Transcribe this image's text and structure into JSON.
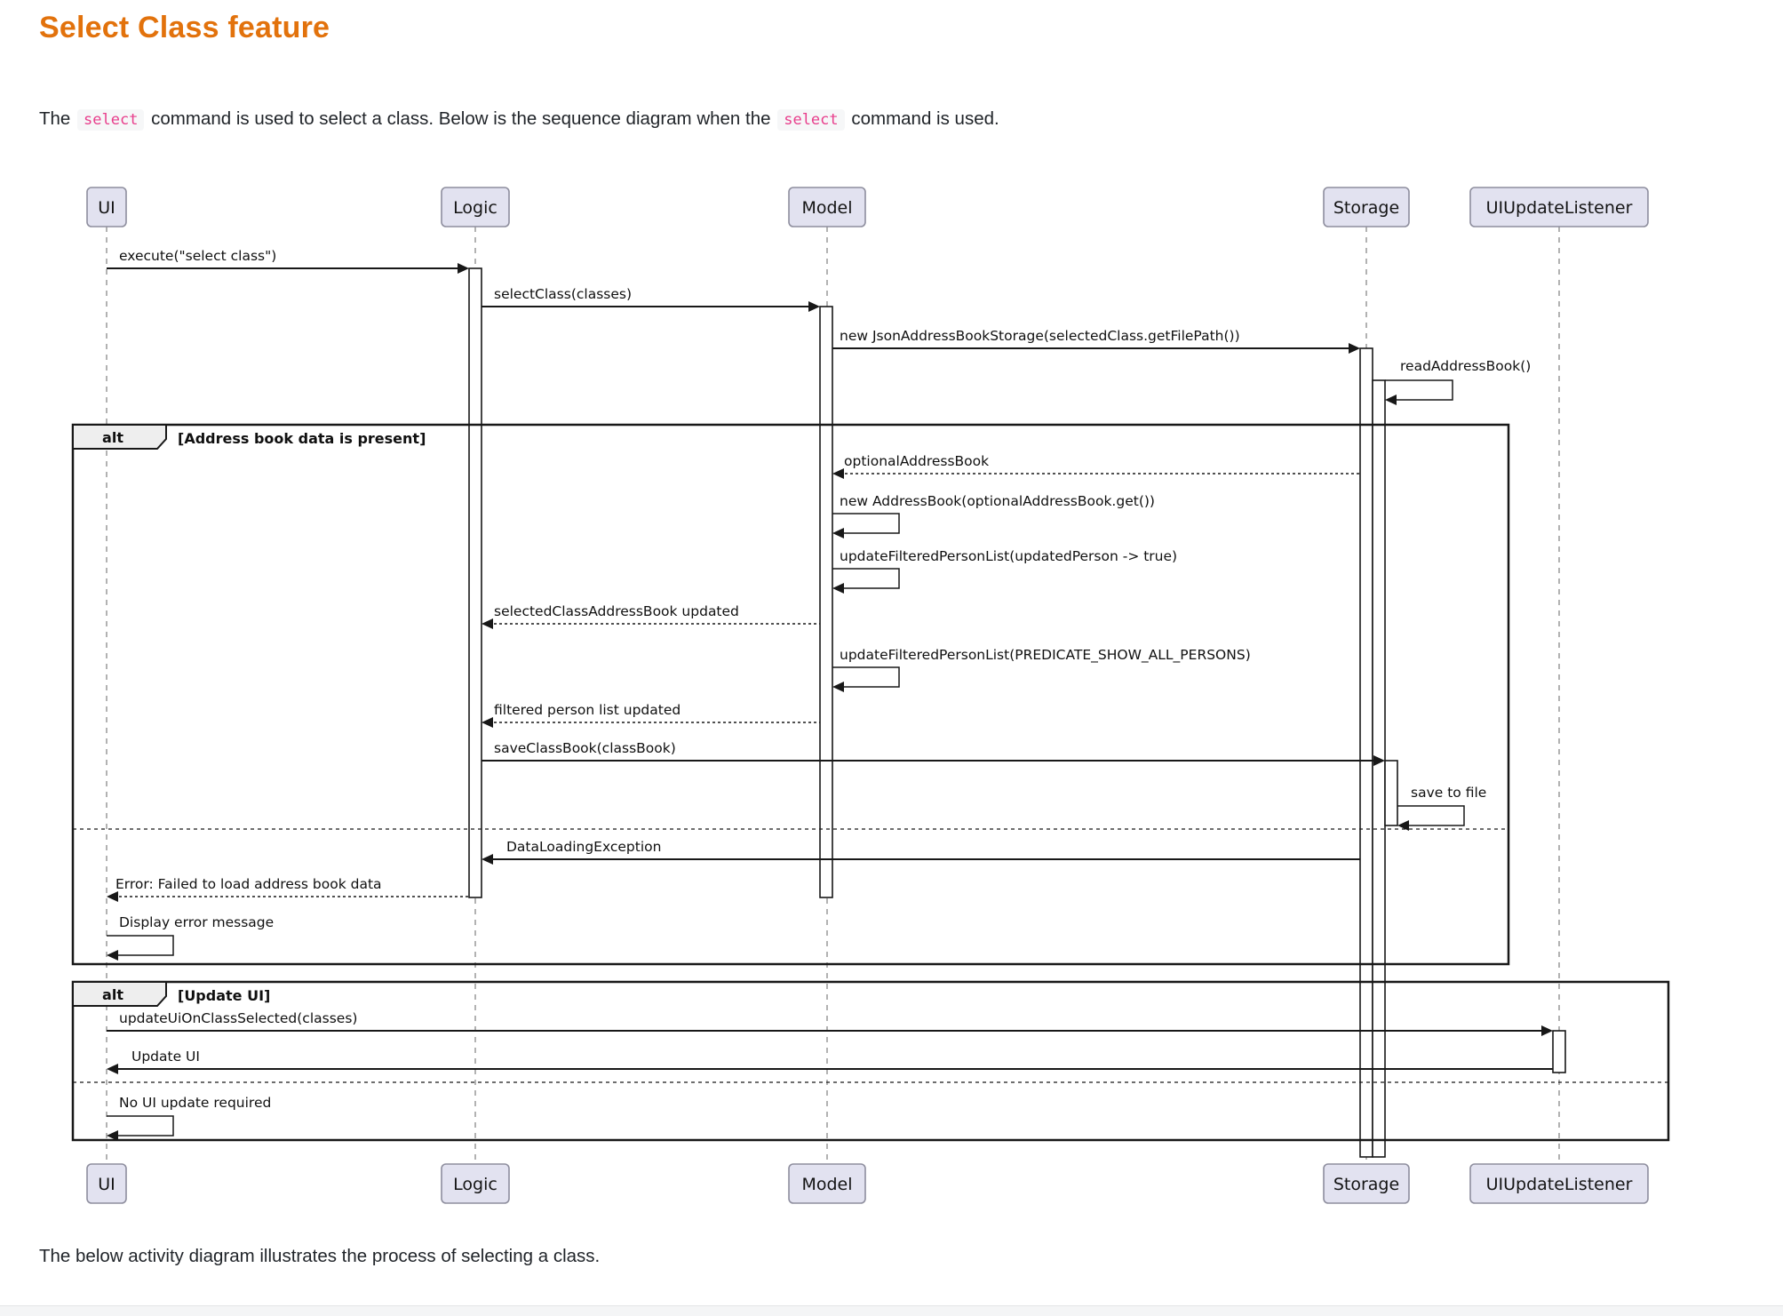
{
  "page": {
    "title": "Select Class feature",
    "intro": {
      "part1": "The ",
      "code1": "select",
      "part2": " command is used to select a class. Below is the sequence diagram when the ",
      "code2": "select",
      "part3": " command is used."
    },
    "outro": "The below activity diagram illustrates the process of selecting a class."
  },
  "colors": {
    "heading": "#e2720c",
    "inline_code_text": "#e83e8c",
    "inline_code_bg": "#f6f7f8",
    "participant_fill": "#e2e2f0",
    "participant_border": "#8e8e9e",
    "diagram_line": "#181818",
    "lifeline": "#888888",
    "frame_label_bg": "#eeeeee",
    "footer_bar_bg": "#f4f5f6"
  },
  "diagram": {
    "type": "sequence",
    "participants": [
      {
        "id": "ui",
        "label": "UI"
      },
      {
        "id": "logic",
        "label": "Logic"
      },
      {
        "id": "model",
        "label": "Model"
      },
      {
        "id": "storage",
        "label": "Storage"
      },
      {
        "id": "uiupdatelistener",
        "label": "UIUpdateListener"
      }
    ],
    "frames": [
      {
        "operator": "alt",
        "guard": "[Address book data is present]"
      },
      {
        "operator": "alt",
        "guard": "[Update UI]"
      }
    ],
    "messages": [
      {
        "from": "UI",
        "to": "Logic",
        "style": "solid",
        "text": "execute(\"select class\")"
      },
      {
        "from": "Logic",
        "to": "Model",
        "style": "solid",
        "text": "selectClass(classes)"
      },
      {
        "from": "Model",
        "to": "Storage",
        "style": "solid",
        "text": "new JsonAddressBookStorage(selectedClass.getFilePath())"
      },
      {
        "from": "Storage",
        "to": "Storage",
        "style": "self",
        "text": "readAddressBook()"
      },
      {
        "from": "Storage",
        "to": "Model",
        "style": "return",
        "text": "optionalAddressBook"
      },
      {
        "from": "Model",
        "to": "Model",
        "style": "self",
        "text": "new AddressBook(optionalAddressBook.get())"
      },
      {
        "from": "Model",
        "to": "Model",
        "style": "self",
        "text": "updateFilteredPersonList(updatedPerson -> true)"
      },
      {
        "from": "Model",
        "to": "Logic",
        "style": "return",
        "text": "selectedClassAddressBook updated"
      },
      {
        "from": "Model",
        "to": "Model",
        "style": "self",
        "text": "updateFilteredPersonList(PREDICATE_SHOW_ALL_PERSONS)"
      },
      {
        "from": "Model",
        "to": "Logic",
        "style": "return",
        "text": "filtered person list updated"
      },
      {
        "from": "Logic",
        "to": "Storage",
        "style": "solid",
        "text": "saveClassBook(classBook)"
      },
      {
        "from": "Storage",
        "to": "Storage",
        "style": "self",
        "text": "save to file"
      },
      {
        "from": "Storage",
        "to": "Logic",
        "style": "solid",
        "text": "DataLoadingException"
      },
      {
        "from": "Logic",
        "to": "UI",
        "style": "return",
        "text": "Error: Failed to load address book data"
      },
      {
        "from": "UI",
        "to": "UI",
        "style": "self",
        "text": "Display error message"
      },
      {
        "from": "UI",
        "to": "UIUpdateListener",
        "style": "solid",
        "text": "updateUiOnClassSelected(classes)"
      },
      {
        "from": "UIUpdateListener",
        "to": "UI",
        "style": "solid",
        "text": "Update UI"
      },
      {
        "from": "UI",
        "to": "UI",
        "style": "self",
        "text": "No UI update required"
      }
    ]
  }
}
